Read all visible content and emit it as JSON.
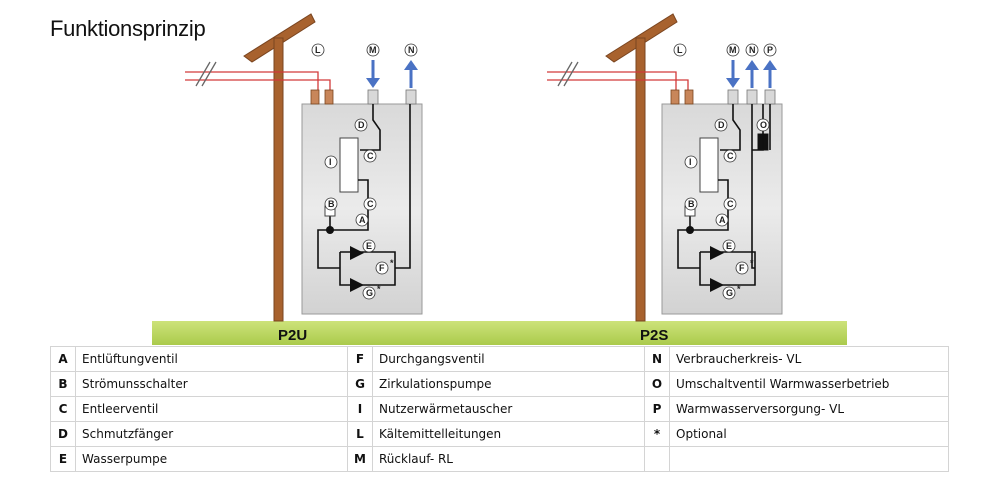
{
  "title": "Funktionsprinzip",
  "units": [
    {
      "name": "P2U",
      "outlets": [
        "M",
        "N"
      ]
    },
    {
      "name": "P2S",
      "outlets": [
        "M",
        "N",
        "P"
      ]
    }
  ],
  "markers": {
    "L": "L",
    "I": "I",
    "D": "D",
    "C": "C",
    "B": "B",
    "A": "A",
    "E": "E",
    "F": "F",
    "G": "G",
    "O": "O",
    "optional": "*"
  },
  "legend": [
    [
      {
        "key": "A",
        "text": "Entlüftungventil"
      },
      {
        "key": "F",
        "text": "Durchgangsventil"
      },
      {
        "key": "N",
        "text": "Verbraucherkreis- VL"
      }
    ],
    [
      {
        "key": "B",
        "text": "Strömunsschalter"
      },
      {
        "key": "G",
        "text": "Zirkulationspumpe"
      },
      {
        "key": "O",
        "text": "Umschaltventil Warmwasserbetrieb"
      }
    ],
    [
      {
        "key": "C",
        "text": "Entleerventil"
      },
      {
        "key": "I",
        "text": "Nutzerwärmetauscher"
      },
      {
        "key": "P",
        "text": "Warmwasserversorgung- VL"
      }
    ],
    [
      {
        "key": "D",
        "text": "Schmutzfänger"
      },
      {
        "key": "L",
        "text": "Kältemittelleitungen"
      },
      {
        "key": "*",
        "text": "Optional"
      }
    ],
    [
      {
        "key": "E",
        "text": "Wasserpumpe"
      },
      {
        "key": "M",
        "text": "Rücklauf- RL"
      },
      {
        "key": "",
        "text": ""
      }
    ]
  ],
  "colors": {
    "roof": "#a8622e",
    "ground": "#b5d35a",
    "cabinet": "#e2e2e2",
    "refrigerant_line": "#d23a3a",
    "water_line": "#111111",
    "arrow": "#4a72c4"
  }
}
